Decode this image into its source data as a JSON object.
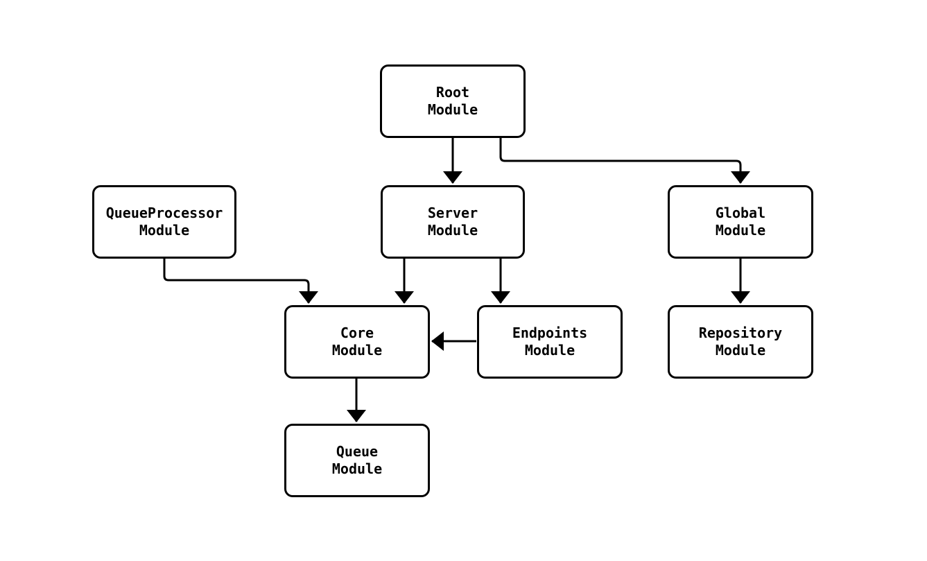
{
  "diagram": {
    "type": "module-dependency-graph",
    "colors": {
      "background": "#ffffff",
      "node_fill": "#ffffff",
      "stroke": "#000000",
      "text": "#000000"
    },
    "nodes": [
      {
        "id": "root",
        "label": "Root\nModule"
      },
      {
        "id": "queue-processor",
        "label": "QueueProcessor\nModule"
      },
      {
        "id": "server",
        "label": "Server\nModule"
      },
      {
        "id": "global",
        "label": "Global\nModule"
      },
      {
        "id": "core",
        "label": "Core\nModule"
      },
      {
        "id": "endpoints",
        "label": "Endpoints\nModule"
      },
      {
        "id": "repository",
        "label": "Repository\nModule"
      },
      {
        "id": "queue",
        "label": "Queue\nModule"
      }
    ],
    "edges": [
      {
        "from": "root",
        "to": "server"
      },
      {
        "from": "root",
        "to": "global"
      },
      {
        "from": "queue-processor",
        "to": "core"
      },
      {
        "from": "server",
        "to": "core"
      },
      {
        "from": "server",
        "to": "endpoints"
      },
      {
        "from": "endpoints",
        "to": "core"
      },
      {
        "from": "global",
        "to": "repository"
      },
      {
        "from": "core",
        "to": "queue"
      }
    ]
  }
}
